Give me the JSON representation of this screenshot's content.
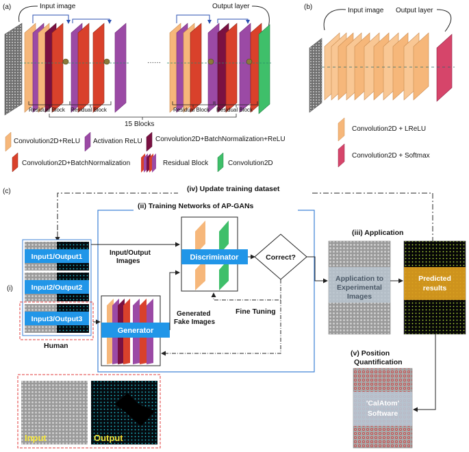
{
  "panel_a": {
    "tag": "(a)",
    "input_image": "Input image",
    "output_layer": "Output layer",
    "residual_block": "Residual Block",
    "blocks_count": "15 Blocks",
    "dots": "······"
  },
  "panel_b": {
    "tag": "(b)",
    "input_image": "Input image",
    "output_layer": "Output layer"
  },
  "legend_a": [
    {
      "label": "Convolution2D+ReLU",
      "color": "#f6b77a"
    },
    {
      "label": "Activation ReLU",
      "color": "#9b4aa5"
    },
    {
      "label": "Convolution2D+BatchNormalization+ReLU",
      "color": "#7a1142"
    },
    {
      "label": "Convolution2D+BatchNormalization",
      "color": "#d9412b"
    },
    {
      "label": "Residual Block",
      "color": "#9b4aa5"
    },
    {
      "label": "Convolution2D",
      "color": "#3fbf6a"
    }
  ],
  "legend_b": [
    {
      "label": "Convolution2D + LReLU",
      "color": "#f6b77a"
    },
    {
      "label": "Convolution2D + Softmax",
      "color": "#d6456a"
    }
  ],
  "panel_c": {
    "tag": "(c)",
    "update_title": "(iv)  Update training dataset",
    "training_title": "(ii)  Training Networks of AP-GANs",
    "application_title": "(iii)  Application",
    "pairs": [
      "Input1/Output1",
      "Input2/Output2",
      "Input3/Output3"
    ],
    "human_index": "(i)",
    "human": "Human",
    "io_images": [
      "Input/Output",
      "Images"
    ],
    "discriminator": "Discriminator",
    "correct": "Correct?",
    "generator": "Generator",
    "generated": [
      "Generated",
      "Fake Images"
    ],
    "fine_tuning": "Fine Tuning",
    "app_box": [
      "Application to",
      "Experimental",
      "Images"
    ],
    "predicted": [
      "Predicted",
      "results"
    ],
    "position_title": [
      "(v)    Position",
      "Quantification"
    ],
    "calatom": [
      "'CalAtom'",
      "Software"
    ],
    "input_label": "Input",
    "output_label": "Output"
  },
  "colors": {
    "accent_blue": "#2196e8",
    "frame_blue": "#3a7fd5",
    "dashed_red": "#e23a3a",
    "highlight_yellow": "#f5e63a"
  }
}
